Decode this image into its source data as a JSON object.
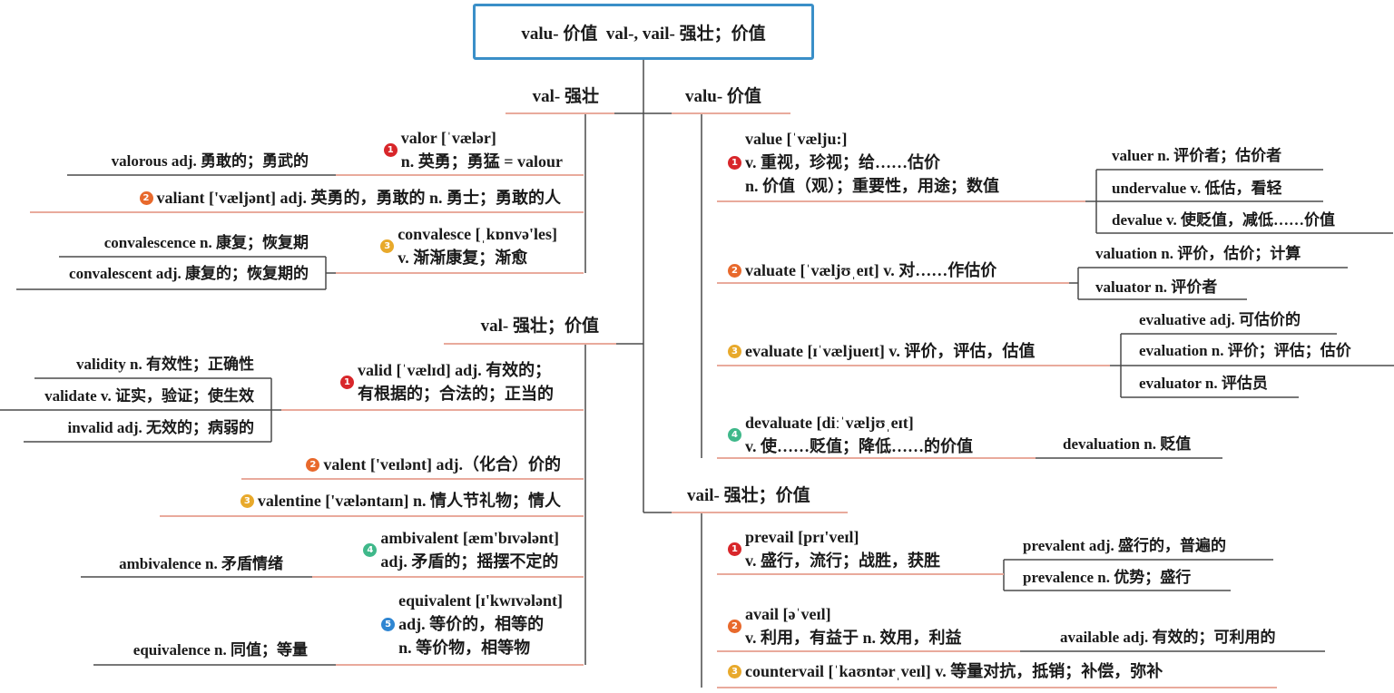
{
  "root": {
    "title": "valu- 价值  val-, vail- 强壮；价值"
  },
  "badge_colors": {
    "1": "#d8262a",
    "2": "#e8692c",
    "3": "#e8a92b",
    "4": "#3fb88a",
    "5": "#2f86d2"
  },
  "branches": [
    {
      "label": "val- 强壮",
      "items": [
        {
          "badge": "1",
          "lines": [
            "valor [ˈvælər]",
            "n. 英勇；勇猛 = valour"
          ],
          "subs": [
            "valorous adj. 勇敢的；勇武的"
          ]
        },
        {
          "badge": "2",
          "lines": [
            "valiant ['væljənt] adj. 英勇的，勇敢的 n. 勇士；勇敢的人"
          ]
        },
        {
          "badge": "3",
          "lines": [
            "convalesce [ˌkɒnvə'les]",
            "v. 渐渐康复；渐愈"
          ],
          "subs": [
            "convalescence n. 康复；恢复期",
            "convalescent adj. 康复的；恢复期的"
          ]
        }
      ]
    },
    {
      "label": "valu- 价值",
      "items": [
        {
          "badge": "1",
          "lines": [
            "value [ˈvælju:]",
            "v. 重视，珍视；给……估价",
            "n. 价值（观）；重要性，用途；数值"
          ],
          "subs": [
            "valuer n. 评价者；估价者",
            "undervalue v. 低估，看轻",
            "devalue v. 使贬值，减低……价值"
          ]
        },
        {
          "badge": "2",
          "lines": [
            "valuate [ˈvæljʊˌeɪt] v. 对……作估价"
          ],
          "subs": [
            "valuation n. 评价，估价；计算",
            "valuator n. 评价者"
          ]
        },
        {
          "badge": "3",
          "lines": [
            "evaluate [ɪˈvæljueɪt] v. 评价，评估，估值"
          ],
          "subs": [
            "evaluative adj. 可估价的",
            "evaluation n. 评价；评估；估价",
            "evaluator n. 评估员"
          ]
        },
        {
          "badge": "4",
          "lines": [
            "devaluate [diːˈvæljʊˌeɪt]",
            "v. 使……贬值；降低……的价值"
          ],
          "subs": [
            "devaluation n. 贬值"
          ]
        }
      ]
    },
    {
      "label": "val- 强壮；价值",
      "items": [
        {
          "badge": "1",
          "lines": [
            "valid [ˈvælɪd] adj. 有效的；",
            "有根据的；合法的；正当的"
          ],
          "subs": [
            "validity n. 有效性；正确性",
            "validate v. 证实，验证；使生效",
            "invalid adj. 无效的；病弱的"
          ]
        },
        {
          "badge": "2",
          "lines": [
            "valent ['veɪlənt] adj.（化合）价的"
          ]
        },
        {
          "badge": "3",
          "lines": [
            "valentine ['væləntaɪn] n. 情人节礼物；情人"
          ]
        },
        {
          "badge": "4",
          "lines": [
            "ambivalent [æm'bɪvələnt]",
            "adj. 矛盾的；摇摆不定的"
          ],
          "subs": [
            "ambivalence n. 矛盾情绪"
          ]
        },
        {
          "badge": "5",
          "lines": [
            "equivalent [ɪ'kwɪvələnt]",
            "adj. 等价的，相等的",
            "n. 等价物，相等物"
          ],
          "subs": [
            "equivalence n. 同值；等量"
          ]
        }
      ]
    },
    {
      "label": "vail- 强壮；价值",
      "items": [
        {
          "badge": "1",
          "lines": [
            "prevail [prɪ'veɪl]",
            "v. 盛行，流行；战胜，获胜"
          ],
          "subs": [
            "prevalent adj. 盛行的，普遍的",
            "prevalence n. 优势；盛行"
          ]
        },
        {
          "badge": "2",
          "lines": [
            "avail [əˈveɪl]",
            "v. 利用，有益于 n. 效用，利益"
          ],
          "subs": [
            "available adj. 有效的；可利用的"
          ]
        },
        {
          "badge": "3",
          "lines": [
            "countervail [ˈkaʊntərˌveɪl] v. 等量对抗，抵销；补偿，弥补"
          ]
        }
      ]
    }
  ]
}
